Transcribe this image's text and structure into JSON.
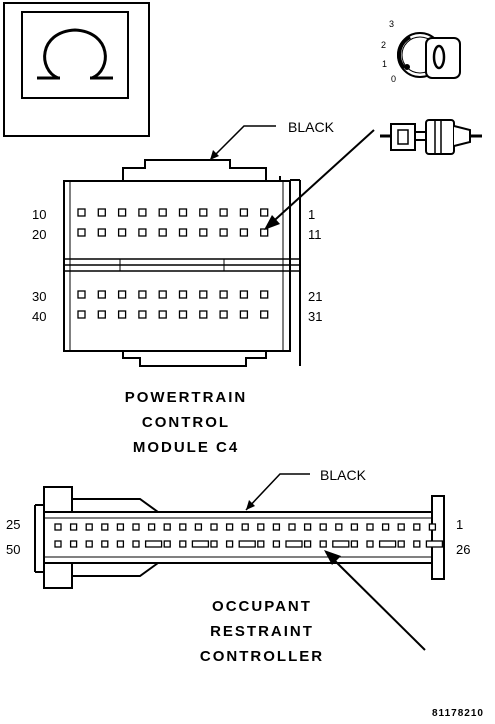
{
  "pcm": {
    "wire_color": "BLACK",
    "title_lines": [
      "POWERTRAIN",
      "CONTROL",
      "MODULE C4"
    ],
    "pin_labels": {
      "row1_left": "10",
      "row1_right": "1",
      "row2_left": "20",
      "row2_right": "11",
      "row3_left": "30",
      "row3_right": "21",
      "row4_left": "40",
      "row4_right": "31"
    }
  },
  "orc": {
    "wire_color": "BLACK",
    "title_lines": [
      "OCCUPANT",
      "RESTRAINT",
      "CONTROLLER"
    ],
    "pin_labels": {
      "top_left": "25",
      "top_right": "1",
      "bottom_left": "50",
      "bottom_right": "26"
    }
  },
  "ignition": {
    "positions": [
      "3",
      "2",
      "1",
      "0"
    ]
  },
  "reference_number": "81178210",
  "icons": [
    "omega-symbol-icon",
    "ignition-key-icon",
    "connector-plug-icon"
  ]
}
